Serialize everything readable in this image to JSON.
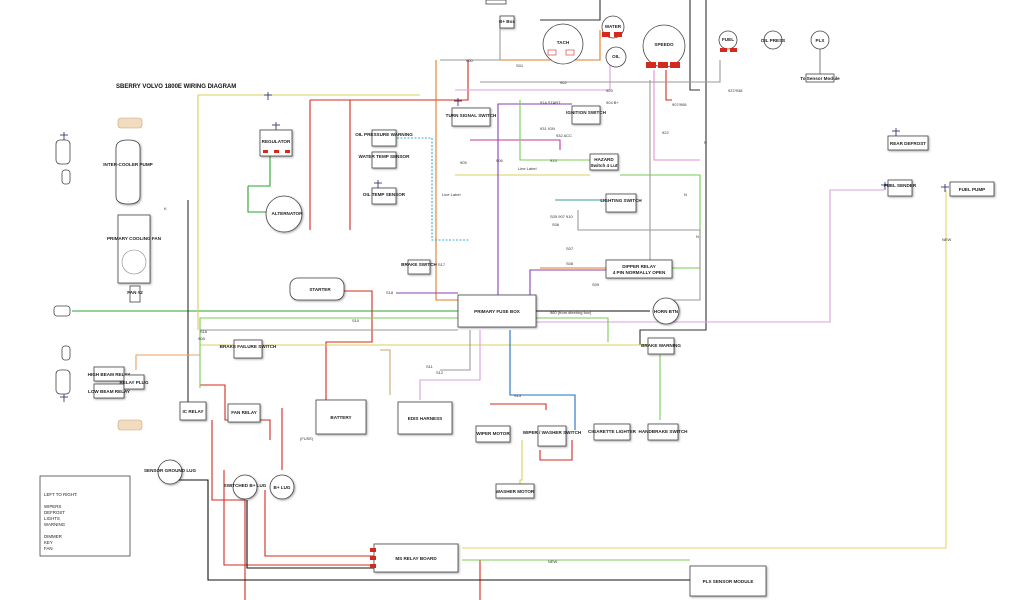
{
  "title": "SBERRY VOLVO 1800E WIRING DIAGRAM",
  "components": {
    "tach": "TACH",
    "water": "WATER",
    "oil": "OIL",
    "speedo": "SPEEDO",
    "fuel": "FUEL",
    "oil_press": "OIL PRESS",
    "plx": "PLX",
    "to_sensor_module": "To Sensor Module",
    "b_plus_box": "B+ Box",
    "regulator": "REGULATOR",
    "alternator": "ALTERNATOR",
    "oil_pressure_warning": "OIL PRESSURE WARNING",
    "water_temp_sensor": "WATER TEMP SENSOR",
    "oil_temp_sensor": "OIL TEMP SENSOR",
    "turn_signal_switch": "TURN SIGNAL SWITCH",
    "ignition_switch": "IGNITION SWITCH",
    "hazard": "HAZARD",
    "hazard_sub": "Switch 4 Lut",
    "lighting_switch": "LIGHTING SWITCH",
    "dipper_relay_1": "DIPPER RELAY",
    "dipper_relay_2": "4 PIN NORMALLY OPEN",
    "rear_defrost": "REAR DEFROST",
    "fuel_sender": "FUEL SENDER",
    "fuel_pump": "FUEL PUMP",
    "intercooler_pump": "INTER-COOLER PUMP",
    "primary_cooling_fan": "PRIMARY COOLING FAN",
    "fan_2": "FAN #2",
    "starter": "STARTER",
    "brake_switch": "BRAKE SWITCH",
    "primary_fuse_box": "PRIMARY FUSE BOX",
    "horn_btn": "HORN BTN",
    "brake_failure_switch": "BRAKE FAILURE SWITCH",
    "brake_warning": "BRAKE WARNING",
    "high_beam_relay": "HIGH BEAM RELAY",
    "low_beam_relay": "LOW BEAM RELAY",
    "relay_plug": "RELAY PLUG",
    "ic_relay": "IC RELAY",
    "fan_relay": "FAN RELAY",
    "battery": "BATTERY",
    "edis_harness": "EDIS HARNESS",
    "wiper_motor": "WIPER MOTOR",
    "wiper_washer_switch": "WIPER / WASHER SWITCH",
    "cigarette_lighter": "CIGARETTE LIGHTER",
    "handbrake_switch": "HANDBRAKE SWITCH",
    "washer_motor": "WASHER MOTOR",
    "sensor_ground_lug": "SENSOR GROUND LUG",
    "switched_b_lug": "SWITCHED B+ LUG",
    "b_lug": "B+ LUG",
    "ms_relay_board": "MS RELAY BOARD",
    "plx_sensor_module": "PLX SENSOR MODULE",
    "fuse_label": "(FUSE)"
  },
  "legend": {
    "lines": [
      "LEFT TO RIGHT:",
      "",
      "WIPERS",
      "DEFROST",
      "LIGHTS",
      "WARNING",
      "",
      "DIMMER",
      "KEY",
      "FAN"
    ]
  },
  "wire_labels": {
    "w1": "900",
    "w2": "S01",
    "w3": "902",
    "w4": "903",
    "w5": "905",
    "w6": "906",
    "w7": "914 START",
    "w8": "904 B+",
    "w9": "931 IGN",
    "w10": "932 ACC",
    "w11": "913",
    "w12": "Line Label",
    "w13": "Line Label",
    "w14": "S05 907 910",
    "w15": "S06",
    "w16": "S07",
    "w17": "S08",
    "w18": "S09",
    "w19": "S18",
    "w20": "S17",
    "w21": "S10",
    "w22": "S11",
    "w23": "S12",
    "w24": "S15",
    "w25": "S16",
    "w26": "922",
    "w27": "907/908",
    "w28": "937/938",
    "w29": "960 (from steering box)",
    "w30": "NEW",
    "w31": "NEW",
    "w32": "N",
    "w33": "N",
    "w34": "N",
    "w35": "K",
    "w36": "908"
  }
}
